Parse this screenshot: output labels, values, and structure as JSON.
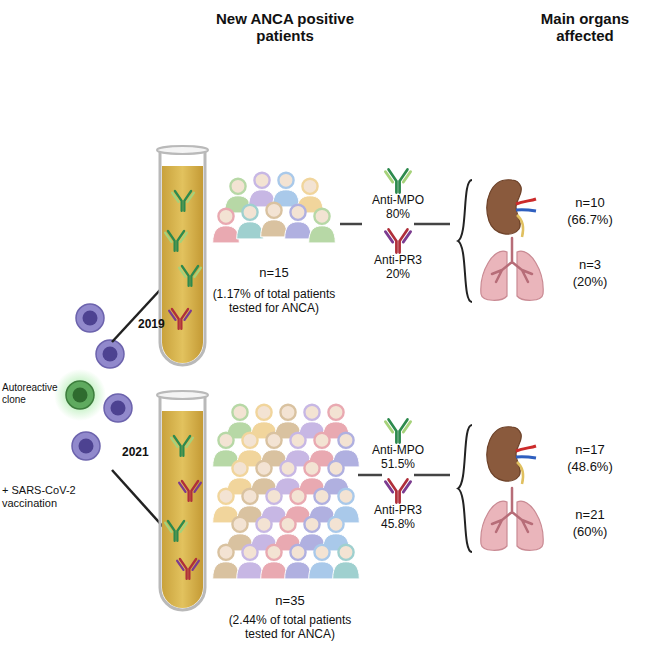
{
  "diagram": {
    "labels": [
      "New ANCA positive patients",
      "Main organs affected",
      "Autoreactive clone",
      "2019",
      "2021",
      "+ SARS-CoV-2 vaccination",
      "n=15",
      "(1.17% of total patients tested for ANCA)",
      "Anti-MPO",
      "80%",
      "Anti-PR3",
      "20%",
      "n=10",
      "(66.7%)",
      "n=3",
      "(20%)",
      "n=35",
      "(2.44% of total patients tested for ANCA)",
      "Anti-MPO",
      "51.5%",
      "Anti-PR3",
      "45.8%",
      "n=17",
      "(48.6%)",
      "n=21",
      "(60%)"
    ]
  }
}
